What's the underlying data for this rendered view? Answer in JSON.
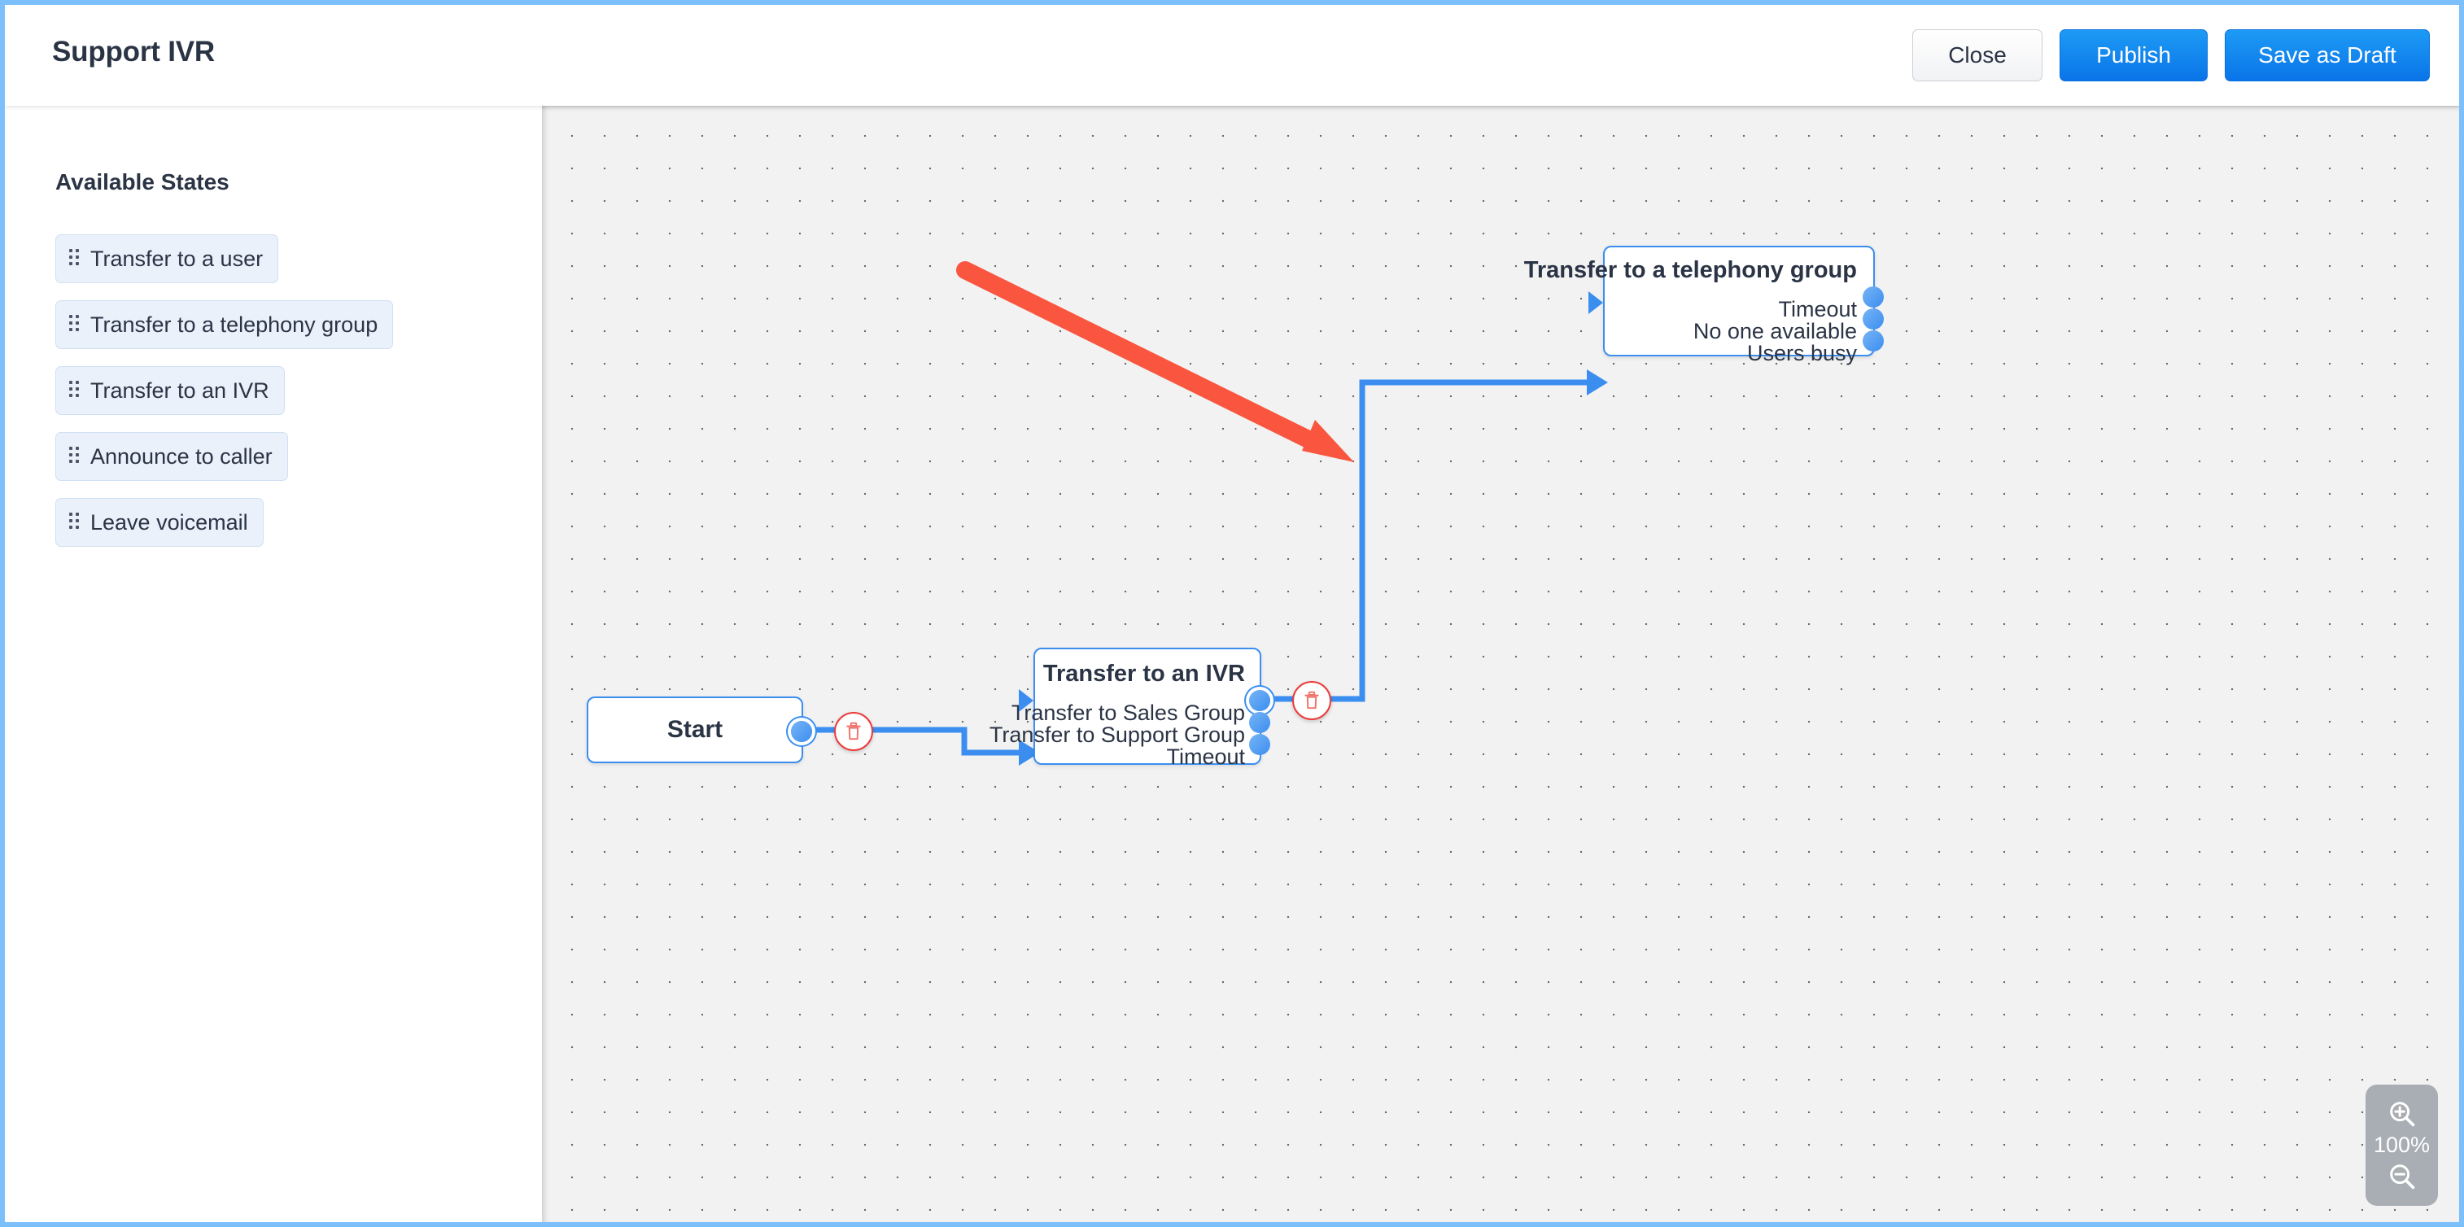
{
  "header": {
    "title": "Support IVR",
    "buttons": [
      {
        "label": "Close",
        "name": "close-button",
        "style": "secondary"
      },
      {
        "label": "Publish",
        "name": "publish-button",
        "style": "primary"
      },
      {
        "label": "Save as Draft",
        "name": "save-as-draft-button",
        "style": "primary"
      }
    ]
  },
  "sidebar": {
    "heading": "Available States",
    "items": [
      {
        "label": "Transfer to a user",
        "icon": "drag-handle-icon"
      },
      {
        "label": "Transfer to a telephony group",
        "icon": "drag-handle-icon"
      },
      {
        "label": "Transfer to an IVR",
        "icon": "drag-handle-icon"
      },
      {
        "label": "Announce to caller",
        "icon": "drag-handle-icon"
      },
      {
        "label": "Leave voicemail",
        "icon": "drag-handle-icon"
      }
    ]
  },
  "canvas": {
    "nodes": [
      {
        "id": "start",
        "title": "Start",
        "ports": []
      },
      {
        "id": "ivr",
        "title": "Transfer to an IVR",
        "ports": [
          "Transfer to Sales Group",
          "Transfer to Support Group",
          "Timeout"
        ]
      },
      {
        "id": "telephony",
        "title": "Transfer to a telephony group",
        "ports": [
          "Timeout",
          "No one available",
          "Users busy"
        ]
      }
    ],
    "edges": [
      {
        "from": "start",
        "to": "ivr",
        "delete_icon": "trash-icon"
      },
      {
        "from": "ivr.Transfer to Sales Group",
        "to": "telephony",
        "delete_icon": "trash-icon"
      }
    ],
    "annotation": {
      "type": "arrow",
      "color": "#f9553f"
    },
    "colors": {
      "edge": "#3b8ef0",
      "node_border": "#3b8ef0",
      "port": "#3b8ef0",
      "delete": "#ed3b3b",
      "annotation": "#f9553f",
      "accent": "#0a74e8"
    }
  },
  "zoom_control": {
    "zoom_in_icon": "zoom-in-icon",
    "level": "100%",
    "zoom_out_icon": "zoom-out-icon"
  }
}
